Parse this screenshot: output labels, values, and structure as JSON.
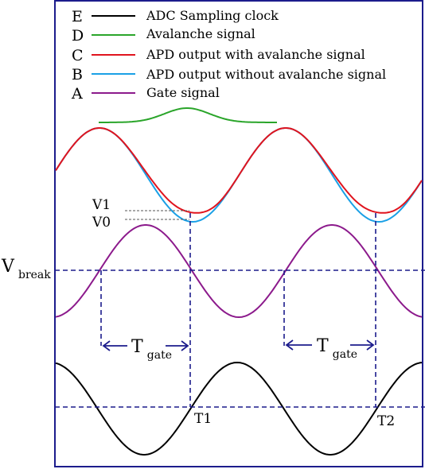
{
  "legend": [
    {
      "letter": "E",
      "label": "ADC Sampling clock",
      "color": "#000000"
    },
    {
      "letter": "D",
      "label": "Avalanche signal",
      "color": "#2aa52a"
    },
    {
      "letter": "C",
      "label": "APD output with avalanche signal",
      "color": "#e0141e"
    },
    {
      "letter": "B",
      "label": "APD output without avalanche signal",
      "color": "#1aa0e6"
    },
    {
      "letter": "A",
      "label": "Gate signal",
      "color": "#8c1a8c"
    }
  ],
  "labels": {
    "v1": "V1",
    "v0": "V0",
    "vbreak_main": "V",
    "vbreak_sub": "break",
    "tgate_main": "T",
    "tgate_sub": "gate",
    "t1": "T1",
    "t2": "T2"
  },
  "colors": {
    "frame": "#1c1c8c",
    "dashed": "#1c1c8c",
    "ref": "#555555"
  }
}
